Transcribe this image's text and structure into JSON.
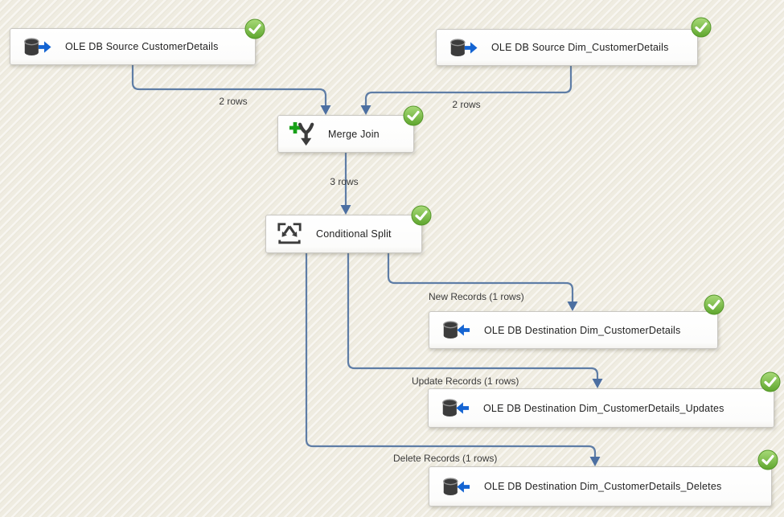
{
  "colors": {
    "canvas_bg": "#efece1",
    "connector": "#5e7da6",
    "connector_arrowhead": "#4c6fa1",
    "success_green": "#61a72f",
    "icon_arrow_blue": "#1464d2",
    "icon_dark_gray": "#3c3c3c",
    "merge_plus_green": "#18a018"
  },
  "nodes": {
    "source_customer": {
      "label": "OLE DB Source CustomerDetails",
      "status": "success"
    },
    "source_dim_customer": {
      "label": "OLE DB Source Dim_CustomerDetails",
      "status": "success"
    },
    "merge_join": {
      "label": "Merge Join",
      "status": "success"
    },
    "conditional_split": {
      "label": "Conditional Split",
      "status": "success"
    },
    "dest_dim_customer": {
      "label": "OLE DB Destination Dim_CustomerDetails",
      "status": "success"
    },
    "dest_dim_customer_updates": {
      "label": "OLE DB Destination Dim_CustomerDetails_Updates",
      "status": "success"
    },
    "dest_dim_customer_deletes": {
      "label": "OLE DB Destination Dim_CustomerDetails_Deletes",
      "status": "success"
    }
  },
  "edges": {
    "source_customer_to_merge_join": {
      "label": "2 rows"
    },
    "source_dim_customer_to_merge_join": {
      "label": "2 rows"
    },
    "merge_join_to_conditional_split": {
      "label": "3 rows"
    },
    "conditional_split_new_records": {
      "label": "New Records (1 rows)"
    },
    "conditional_split_update_records": {
      "label": "Update Records (1 rows)"
    },
    "conditional_split_delete_records": {
      "label": "Delete Records (1 rows)"
    }
  }
}
